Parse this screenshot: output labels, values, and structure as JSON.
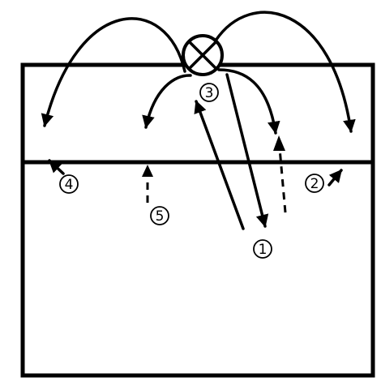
{
  "labels": {
    "p1": "1",
    "p2": "2",
    "p3": "3",
    "p4": "4",
    "p5": "5"
  },
  "icons": {
    "ball": "ball-icon"
  },
  "colors": {
    "ink": "#000000",
    "paper": "#ffffff"
  }
}
